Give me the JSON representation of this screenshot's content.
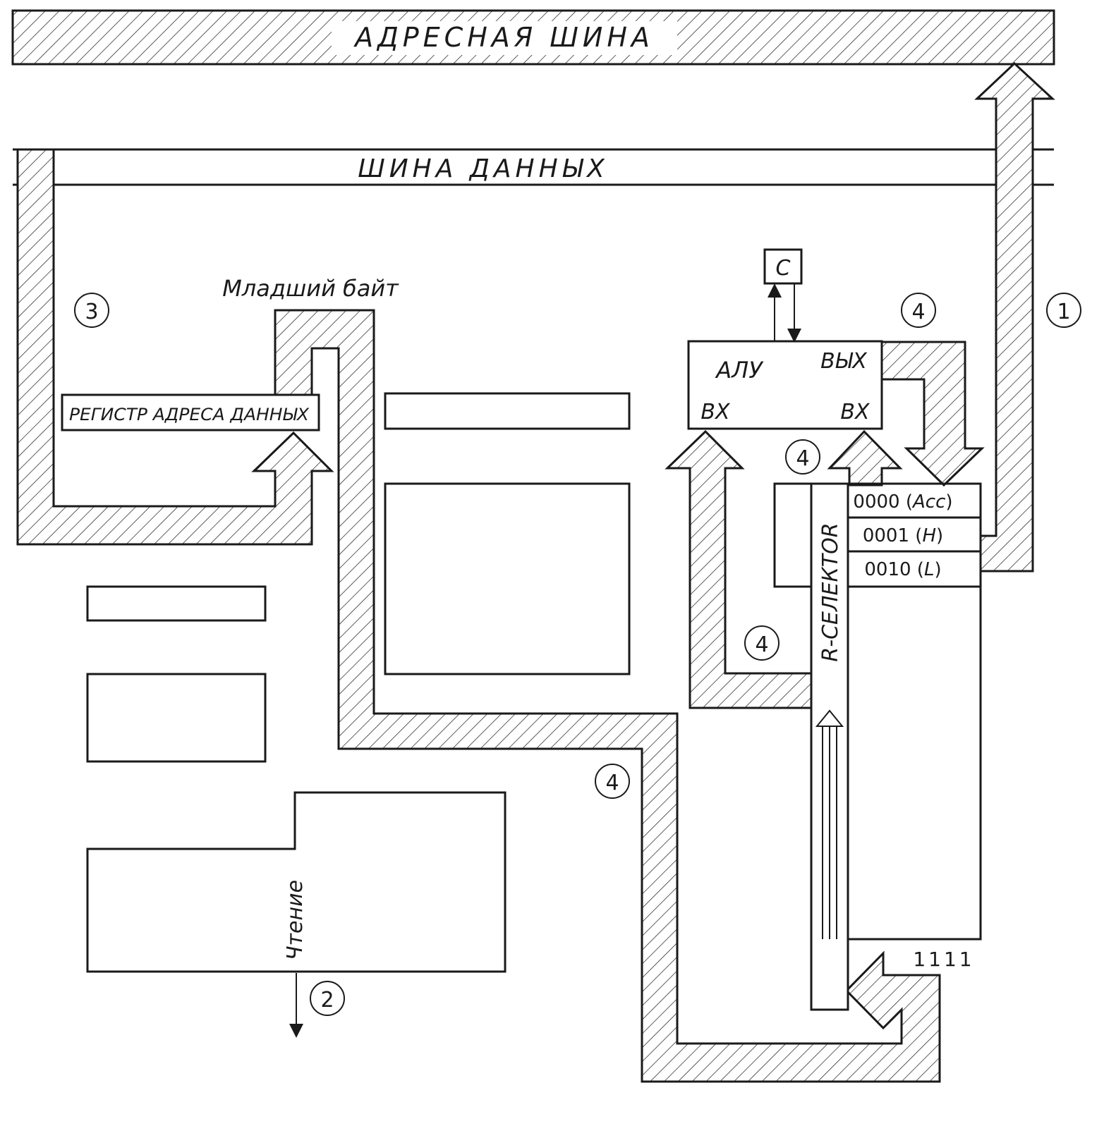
{
  "buses": {
    "address": "АДРЕСНАЯ  ШИНА",
    "data": "ШИНА  ДАННЫХ"
  },
  "labels": {
    "low_byte": "Младший байт",
    "data_address_register": "РЕГИСТР АДРЕСА ДАННЫХ",
    "alu": "АЛУ",
    "alu_out": "ВЫХ",
    "alu_in_left": "ВХ",
    "alu_in_right": "ВХ",
    "carry_flag": "C",
    "selector": "R-CЕЛЕКТOR",
    "read": "Чтение",
    "reg_last": "1111"
  },
  "registers": [
    {
      "code": "0000",
      "name": "Acc"
    },
    {
      "code": "0001",
      "name": "H"
    },
    {
      "code": "0010",
      "name": "L"
    }
  ],
  "steps": {
    "step1": "1",
    "step2": "2",
    "step3": "3",
    "step4a": "4",
    "step4b": "4",
    "step4c": "4",
    "step4d": "4"
  }
}
